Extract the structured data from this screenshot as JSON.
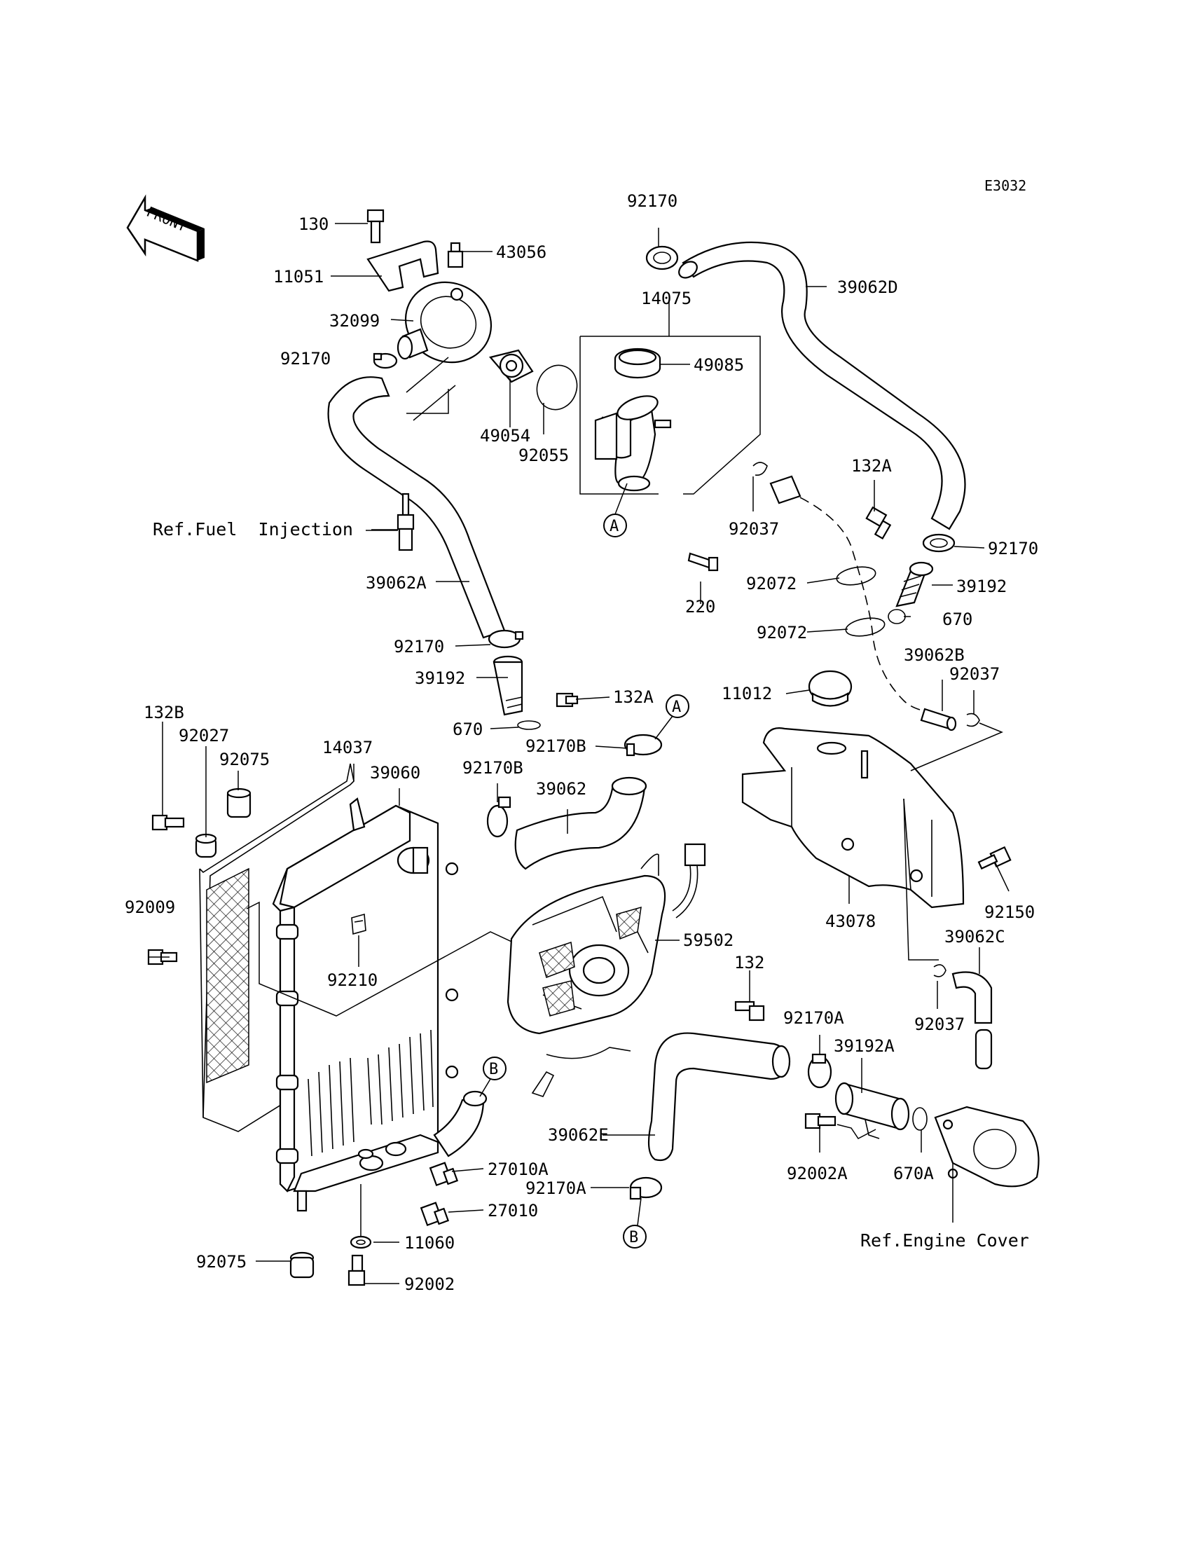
{
  "diagram_code": "E3032",
  "front_label": "FRONT",
  "labels": {
    "p130": "130",
    "p11051": "11051",
    "p43056": "43056",
    "p32099": "32099",
    "p92170_a": "92170",
    "p92170_top": "92170",
    "p39062D": "39062D",
    "p14075": "14075",
    "p49085": "49085",
    "p49054": "49054",
    "p92055": "92055",
    "p92037_a": "92037",
    "p132A_a": "132A",
    "p92170_b": "92170",
    "p39192_a": "39192",
    "p670_a": "670",
    "p220": "220",
    "p92072_a": "92072",
    "p92072_b": "92072",
    "p39062A": "39062A",
    "p92170_c": "92170",
    "p39192_b": "39192",
    "p132A_b": "132A",
    "p670_b": "670",
    "p92170B_a": "92170B",
    "p92170B_b": "92170B",
    "p39062": "39062",
    "p11012": "11012",
    "p39062B": "39062B",
    "p92037_b": "92037",
    "p132B": "132B",
    "p92027": "92027",
    "p92075_a": "92075",
    "p14037": "14037",
    "p39060": "39060",
    "p92009": "92009",
    "p92210": "92210",
    "p59502": "59502",
    "p132": "132",
    "p43078": "43078",
    "p92150": "92150",
    "p39062C": "39062C",
    "p92037_c": "92037",
    "p92170A_a": "92170A",
    "p39192A": "39192A",
    "p39062E": "39062E",
    "p92002A": "92002A",
    "p670A": "670A",
    "p27010A": "27010A",
    "p27010": "27010",
    "p92170A_b": "92170A",
    "p11060": "11060",
    "p92075_b": "92075",
    "p92002": "92002"
  },
  "references": {
    "fuel_injection": "Ref.Fuel  Injection",
    "engine_cover": "Ref.Engine Cover"
  },
  "callouts": {
    "a_upper": "A",
    "a_lower": "A",
    "b_upper": "B",
    "b_lower": "B"
  }
}
